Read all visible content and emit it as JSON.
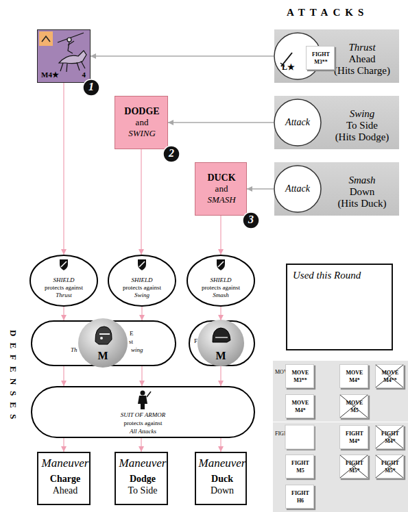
{
  "diagram": {
    "nodes": [
      {
        "text": [
          "M4★",
          "4"
        ]
      },
      {
        "text": [
          "Thrust",
          "Ahead",
          "(Hits Charge)"
        ]
      },
      {
        "text": [
          "L★"
        ],
        "in": 1
      },
      {
        "text": [
          "FIGHT",
          "M3**"
        ],
        "in": 2
      },
      {
        "text": [
          "DODGE",
          "and",
          "SWING"
        ]
      },
      {
        "text": [
          "Swing",
          "To Side",
          "(Hits Dodge)"
        ]
      },
      {
        "text": [
          "Attack"
        ],
        "in": 5
      },
      {
        "text": [
          "DUCK",
          "and",
          "SMASH"
        ]
      },
      {
        "text": [
          "Smash",
          "Down",
          "(Hits Duck)"
        ]
      },
      {
        "text": [
          "Attack"
        ],
        "in": 8
      },
      {
        "text": [
          "SHIELD",
          "protects against",
          "Thrust"
        ]
      },
      {
        "text": [
          "SHIELD",
          "protects against",
          "Swing"
        ]
      },
      {
        "text": [
          "SHIELD",
          "protects against",
          "Smash"
        ]
      },
      {
        "text": [
          "E",
          "st",
          "Th",
          "wing"
        ]
      },
      {
        "text": [
          "M"
        ],
        "in": 13
      },
      {
        "text": [
          "F"
        ]
      },
      {
        "text": [
          "M"
        ],
        "in": 15
      },
      {
        "text": [
          "SUIT OF ARMOR",
          "protects against",
          "All Attacks"
        ]
      },
      {
        "text": [
          "Maneuver",
          "Charge",
          "Ahead"
        ]
      },
      {
        "text": [
          "Maneuver",
          "Dodge",
          "To Side"
        ]
      },
      {
        "text": [
          "Maneuver",
          "Duck",
          "Down"
        ]
      },
      {
        "text": [
          "Used this Round"
        ]
      },
      {
        "text": [
          "MOVE"
        ]
      },
      {
        "text": [
          "MOVE",
          "M3**"
        ],
        "in": 22
      },
      {
        "text": [
          "MOVE",
          "M4*"
        ],
        "in": 22
      },
      {
        "text": [
          "MOVE",
          "M4**"
        ],
        "in": 22
      },
      {
        "text": [
          "MOVE",
          "M4*"
        ],
        "in": 22
      },
      {
        "text": [
          "MOVE",
          "M5"
        ],
        "in": 22
      },
      {
        "text": [
          "FIGHT"
        ]
      },
      {
        "text": [
          "FIGHT",
          "M4*"
        ],
        "in": 28
      },
      {
        "text": [
          "FIGHT",
          "M4*"
        ],
        "in": 28
      },
      {
        "text": [
          "FIGHT",
          "M5"
        ],
        "in": 28
      },
      {
        "text": [
          "FIGHT",
          "M5*"
        ],
        "in": 28
      },
      {
        "text": [
          "FIGHT",
          "M5*"
        ],
        "in": 28
      },
      {
        "text": [
          "FIGHT",
          "H6"
        ],
        "in": 28
      }
    ],
    "edges": [
      {
        "from": 2,
        "to": 0,
        "arrow": "to"
      },
      {
        "from": 6,
        "to": 4,
        "arrow": "to"
      },
      {
        "from": 9,
        "to": 7,
        "arrow": "to"
      },
      {
        "from": 0,
        "to": 10,
        "arrow": "to"
      },
      {
        "from": 4,
        "to": 11,
        "arrow": "to"
      },
      {
        "from": 7,
        "to": 12,
        "arrow": "to"
      },
      {
        "from": 10,
        "to": 13,
        "arrow": "to"
      },
      {
        "from": 11,
        "to": 13,
        "arrow": "to"
      },
      {
        "from": 12,
        "to": 15,
        "arrow": "to"
      },
      {
        "from": 13,
        "to": 17,
        "arrow": "to"
      },
      {
        "from": 13,
        "to": 17,
        "arrow": "to"
      },
      {
        "from": 15,
        "to": 17,
        "arrow": "to"
      },
      {
        "from": 17,
        "to": 18,
        "arrow": "to"
      },
      {
        "from": 17,
        "to": 19,
        "arrow": "to"
      },
      {
        "from": 17,
        "to": 20,
        "arrow": "to"
      }
    ],
    "labels": [
      "ATTACKS",
      "1",
      "2",
      "3",
      "DEFENSES"
    ]
  }
}
